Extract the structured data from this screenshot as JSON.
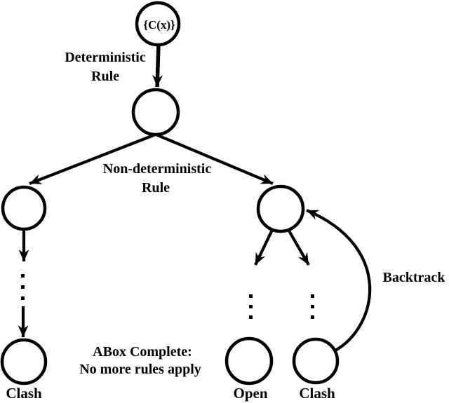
{
  "colors": {
    "ink": "#000000",
    "background": "#ffffff"
  },
  "root": {
    "label": "{C(x)}"
  },
  "edge_labels": {
    "deterministic": {
      "line1": "Deterministic",
      "line2": "Rule"
    },
    "nondeterministic": {
      "line1": "Non-deterministic",
      "line2": "Rule"
    },
    "backtrack": {
      "label": "Backtrack"
    }
  },
  "note": {
    "line1": "ABox Complete:",
    "line2": "No more rules apply"
  },
  "leaves": {
    "left": "Clash",
    "middle": "Open",
    "right": "Clash"
  }
}
